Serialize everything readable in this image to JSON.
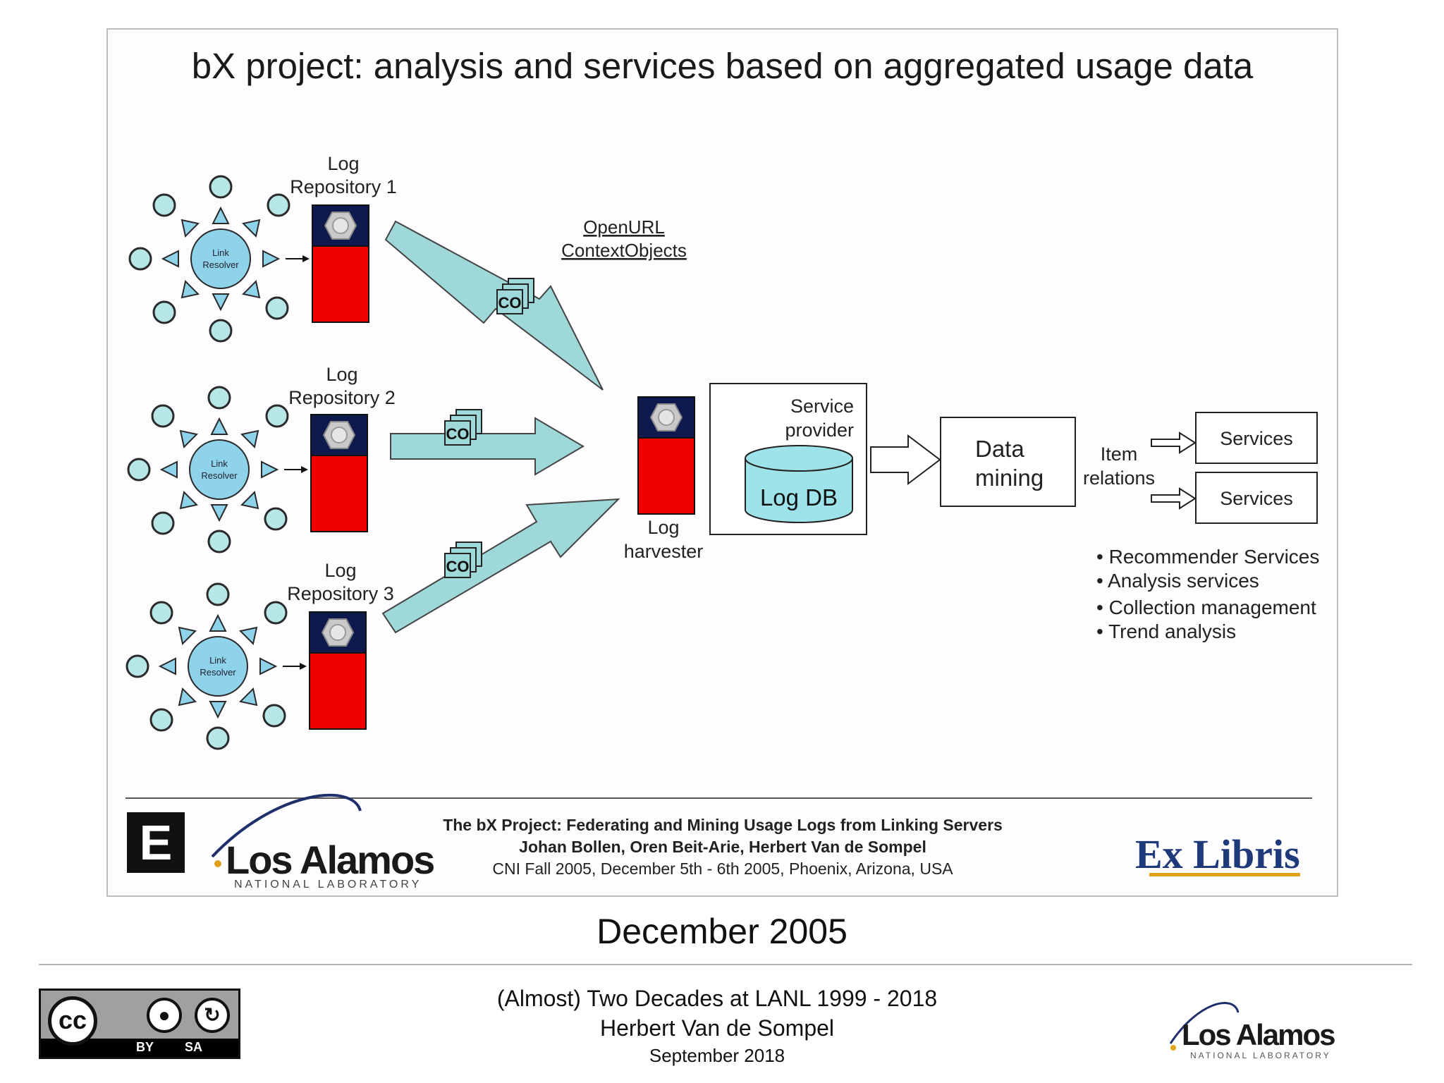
{
  "slide": {
    "title": "bX project: analysis and services based on aggregated usage data"
  },
  "diagram": {
    "resolver_label_line1": "Link",
    "resolver_label_line2": "Resolver",
    "repositories": [
      {
        "line1": "Log",
        "line2": "Repository 1"
      },
      {
        "line1": "Log",
        "line2": "Repository 2"
      },
      {
        "line1": "Log",
        "line2": "Repository 3"
      }
    ],
    "co_label": "CO",
    "openurl_line1": "OpenURL",
    "openurl_line2": "ContextObjects",
    "harvester_line1": "Log",
    "harvester_line2": "harvester",
    "service_provider_line1": "Service",
    "service_provider_line2": "provider",
    "log_db": "Log DB",
    "data_mining_line1": "Data",
    "data_mining_line2": "mining",
    "item_relations_line1": "Item",
    "item_relations_line2": "relations",
    "services_1": "Services",
    "services_2": "Services",
    "bullets": [
      "Recommender Services",
      "Analysis services",
      "Collection management",
      "Trend analysis"
    ],
    "colors": {
      "red": "#ee0000",
      "navy": "#0e1a4e",
      "cyan_fill": "#9fdfe6",
      "node_fill": "#b7e6e6",
      "arrow_fill": "#9fd8d8"
    }
  },
  "citation": {
    "line1": "The bX Project: Federating and Mining Usage Logs from Linking Servers",
    "line2": "Johan Bollen, Oren Beit-Arie, Herbert Van de Sompel",
    "line3": "CNI Fall 2005, December 5th - 6th 2005, Phoenix, Arizona, USA"
  },
  "logos": {
    "e_logo": "E",
    "lanl_word": "Los Alamos",
    "lanl_sub": "NATIONAL LABORATORY",
    "exlibris": "Ex Libris"
  },
  "period_caption": "December 2005",
  "footer": {
    "cc_text": "cc",
    "cc_by": "BY",
    "cc_sa": "SA",
    "line1": "(Almost) Two Decades at LANL 1999 - 2018",
    "line2": "Herbert Van de Sompel",
    "line3": "September 2018",
    "lanl_word": "Los Alamos",
    "lanl_sub": "NATIONAL LABORATORY"
  }
}
